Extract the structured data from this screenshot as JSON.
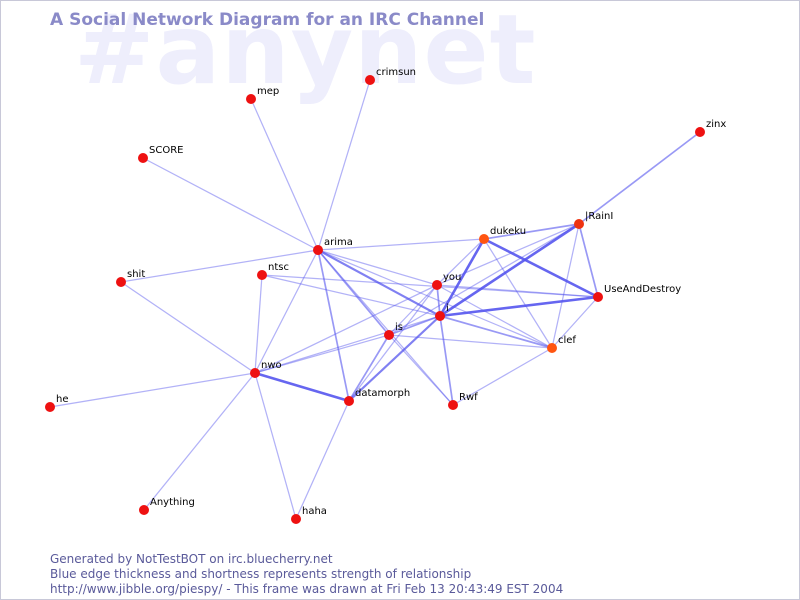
{
  "watermark": "#anynet",
  "title": "A Social Network Diagram for an IRC Channel",
  "footer": {
    "line1": "Generated by NotTestBOT on irc.bluecherry.net",
    "line2": "Blue edge thickness and shortness represents strength of relationship",
    "line3": "http://www.jibble.org/piespy/ - This frame was drawn at Fri Feb 13 20:43:49 EST 2004"
  },
  "colors": {
    "node": "#ee1111",
    "node_active": "#ff5511",
    "edge": "#5555ee",
    "title": "#8a8ac8",
    "footer": "#5a5a9a",
    "watermark": "#eeeefc"
  },
  "nodes": [
    {
      "id": "crimsun",
      "label": "crimsun",
      "color": "#ee1111"
    },
    {
      "id": "mep",
      "label": "mep",
      "color": "#ee1111"
    },
    {
      "id": "zinx",
      "label": "zinx",
      "color": "#ee1111"
    },
    {
      "id": "SCORE",
      "label": "SCORE",
      "color": "#ee1111"
    },
    {
      "id": "IRainl",
      "label": "|RainI",
      "color": "#ee3311"
    },
    {
      "id": "dukeku",
      "label": "dukeku",
      "color": "#ff5511"
    },
    {
      "id": "arima",
      "label": "arima",
      "color": "#ee1111"
    },
    {
      "id": "ntsc",
      "label": "ntsc",
      "color": "#ee1111"
    },
    {
      "id": "shit",
      "label": "shit",
      "color": "#ee1111"
    },
    {
      "id": "you",
      "label": "you",
      "color": "#ee1111"
    },
    {
      "id": "UseAndDestroy",
      "label": "UseAndDestroy",
      "color": "#ee1111"
    },
    {
      "id": "i",
      "label": "i",
      "color": "#ee1111"
    },
    {
      "id": "is",
      "label": "is",
      "color": "#ee1111"
    },
    {
      "id": "clef",
      "label": "clef",
      "color": "#ff5511"
    },
    {
      "id": "nwo",
      "label": "nwo",
      "color": "#ee1111"
    },
    {
      "id": "datamorph",
      "label": "datamorph",
      "color": "#ee1111"
    },
    {
      "id": "Rwf",
      "label": "Rwf",
      "color": "#ee1111"
    },
    {
      "id": "he",
      "label": "he",
      "color": "#ee1111"
    },
    {
      "id": "Anything",
      "label": "Anything",
      "color": "#ee1111"
    },
    {
      "id": "haha",
      "label": "haha",
      "color": "#ee1111"
    }
  ],
  "edges": [
    {
      "source": "crimsun",
      "target": "arima",
      "strength": 1
    },
    {
      "source": "mep",
      "target": "arima",
      "strength": 1
    },
    {
      "source": "SCORE",
      "target": "arima",
      "strength": 1
    },
    {
      "source": "shit",
      "target": "arima",
      "strength": 1
    },
    {
      "source": "shit",
      "target": "nwo",
      "strength": 1
    },
    {
      "source": "zinx",
      "target": "IRainl",
      "strength": 2
    },
    {
      "source": "arima",
      "target": "dukeku",
      "strength": 1
    },
    {
      "source": "arima",
      "target": "you",
      "strength": 1
    },
    {
      "source": "arima",
      "target": "i",
      "strength": 3
    },
    {
      "source": "arima",
      "target": "is",
      "strength": 2
    },
    {
      "source": "arima",
      "target": "nwo",
      "strength": 1
    },
    {
      "source": "arima",
      "target": "datamorph",
      "strength": 2
    },
    {
      "source": "arima",
      "target": "Rwf",
      "strength": 1
    },
    {
      "source": "arima",
      "target": "clef",
      "strength": 1
    },
    {
      "source": "ntsc",
      "target": "i",
      "strength": 1
    },
    {
      "source": "ntsc",
      "target": "UseAndDestroy",
      "strength": 1
    },
    {
      "source": "ntsc",
      "target": "nwo",
      "strength": 1
    },
    {
      "source": "dukeku",
      "target": "IRainl",
      "strength": 2
    },
    {
      "source": "dukeku",
      "target": "you",
      "strength": 1
    },
    {
      "source": "dukeku",
      "target": "i",
      "strength": 4
    },
    {
      "source": "dukeku",
      "target": "UseAndDestroy",
      "strength": 4
    },
    {
      "source": "dukeku",
      "target": "clef",
      "strength": 1
    },
    {
      "source": "IRainl",
      "target": "i",
      "strength": 4
    },
    {
      "source": "IRainl",
      "target": "you",
      "strength": 1
    },
    {
      "source": "IRainl",
      "target": "UseAndDestroy",
      "strength": 2
    },
    {
      "source": "IRainl",
      "target": "clef",
      "strength": 1
    },
    {
      "source": "IRainl",
      "target": "is",
      "strength": 1
    },
    {
      "source": "you",
      "target": "i",
      "strength": 2
    },
    {
      "source": "you",
      "target": "UseAndDestroy",
      "strength": 1
    },
    {
      "source": "you",
      "target": "clef",
      "strength": 1
    },
    {
      "source": "you",
      "target": "is",
      "strength": 1
    },
    {
      "source": "you",
      "target": "nwo",
      "strength": 1
    },
    {
      "source": "you",
      "target": "datamorph",
      "strength": 1
    },
    {
      "source": "i",
      "target": "UseAndDestroy",
      "strength": 4
    },
    {
      "source": "i",
      "target": "is",
      "strength": 2
    },
    {
      "source": "i",
      "target": "clef",
      "strength": 2
    },
    {
      "source": "i",
      "target": "Rwf",
      "strength": 2
    },
    {
      "source": "i",
      "target": "nwo",
      "strength": 1
    },
    {
      "source": "i",
      "target": "datamorph",
      "strength": 3
    },
    {
      "source": "UseAndDestroy",
      "target": "clef",
      "strength": 1
    },
    {
      "source": "is",
      "target": "nwo",
      "strength": 1
    },
    {
      "source": "is",
      "target": "datamorph",
      "strength": 2
    },
    {
      "source": "is",
      "target": "clef",
      "strength": 1
    },
    {
      "source": "is",
      "target": "Rwf",
      "strength": 1
    },
    {
      "source": "clef",
      "target": "Rwf",
      "strength": 1
    },
    {
      "source": "nwo",
      "target": "datamorph",
      "strength": 4
    },
    {
      "source": "nwo",
      "target": "he",
      "strength": 1
    },
    {
      "source": "nwo",
      "target": "Anything",
      "strength": 1
    },
    {
      "source": "nwo",
      "target": "haha",
      "strength": 1
    },
    {
      "source": "datamorph",
      "target": "haha",
      "strength": 1
    }
  ]
}
